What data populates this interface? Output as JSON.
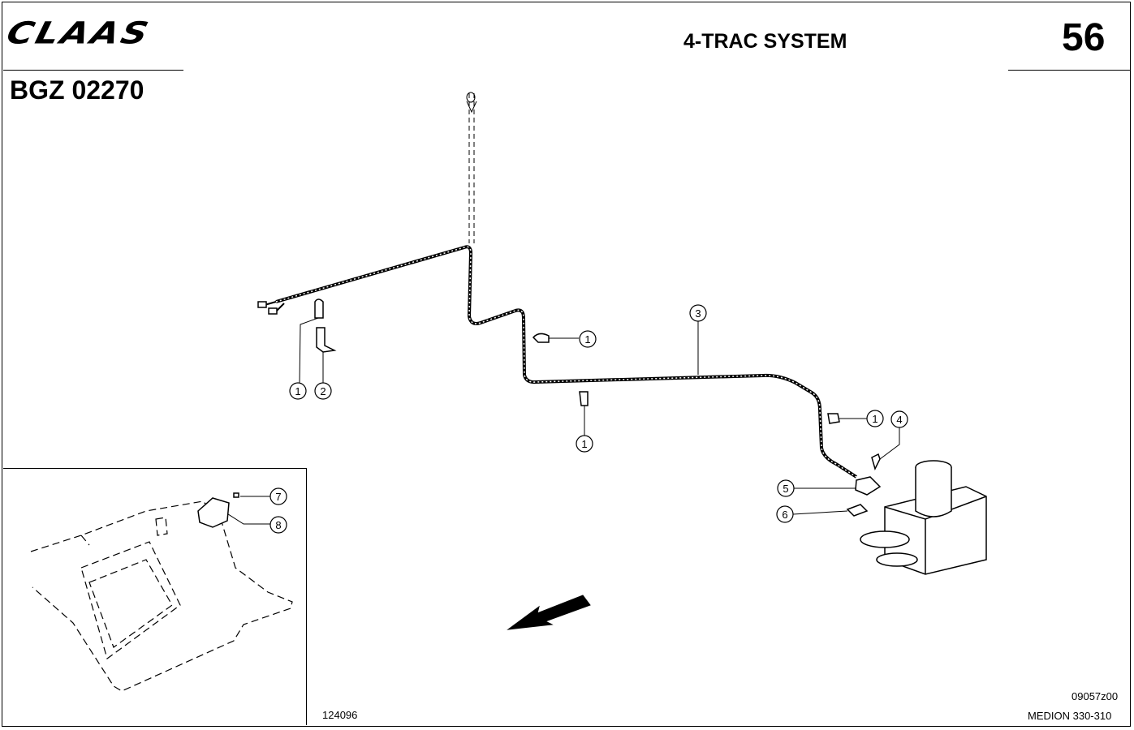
{
  "header": {
    "brand": "CLAAS",
    "doc_code": "BGZ 02270",
    "title": "4-TRAC SYSTEM",
    "page_number": "56"
  },
  "callouts": [
    "1",
    "2",
    "1",
    "3",
    "1",
    "1",
    "4",
    "5",
    "6",
    "7",
    "8"
  ],
  "footer": {
    "drawing_number": "124096",
    "image_ref": "09057z00",
    "model": "MEDION 330-310"
  }
}
